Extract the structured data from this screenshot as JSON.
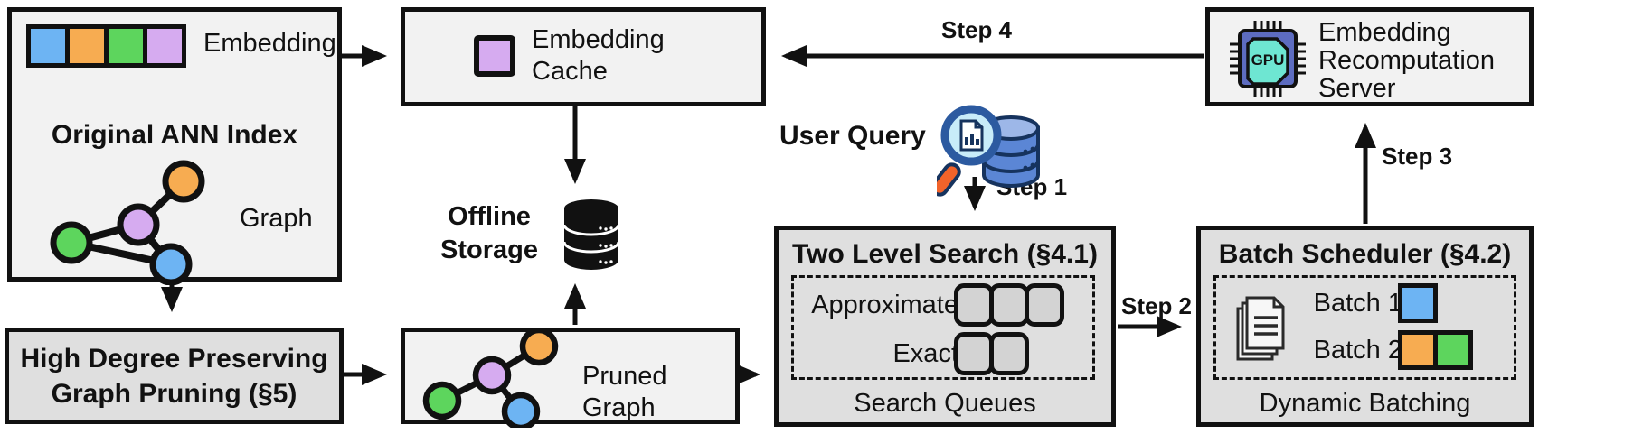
{
  "colors": {
    "blue": "#6db4f3",
    "orange": "#f7ac51",
    "green": "#5dd55d",
    "purple": "#d6abf0",
    "light_box_fill": "#f2f2f2",
    "gray_box_fill": "#dfdfdf",
    "magnifier_handle_orange": "#f2632a",
    "gpu_chip_body": "#5d6cc0",
    "gpu_chip_screen": "#6ee6d2",
    "query_db_blue": "#5b86d5",
    "outline": "#111111"
  },
  "ann_index": {
    "title": "Original ANN Index",
    "embedding_label": "Embedding",
    "graph_label": "Graph"
  },
  "embedding_cache": {
    "label": "Embedding Cache"
  },
  "offline_storage": {
    "label": "Offline Storage"
  },
  "user_query": {
    "label": "User Query"
  },
  "two_level_search": {
    "title": "Two Level Search (§4.1)",
    "row1_label": "Approximate",
    "row1_slots": 3,
    "row2_label": "Exact",
    "row2_slots": 2,
    "caption": "Search Queues"
  },
  "batch_scheduler": {
    "title": "Batch Scheduler (§4.2)",
    "batch1_label": "Batch 1",
    "batch1_colors": [
      "blue"
    ],
    "batch2_label": "Batch 2",
    "batch2_colors": [
      "orange",
      "green"
    ],
    "caption": "Dynamic Batching"
  },
  "recomputation_server": {
    "label": "Embedding Recomputation Server",
    "chip_label": "GPU"
  },
  "high_degree_pruning": {
    "title": "High Degree Preserving Graph Pruning (§5)"
  },
  "pruned_graph": {
    "label": "Pruned Graph"
  },
  "steps": {
    "step1": "Step 1",
    "step2": "Step 2",
    "step3": "Step 3",
    "step4": "Step 4"
  }
}
